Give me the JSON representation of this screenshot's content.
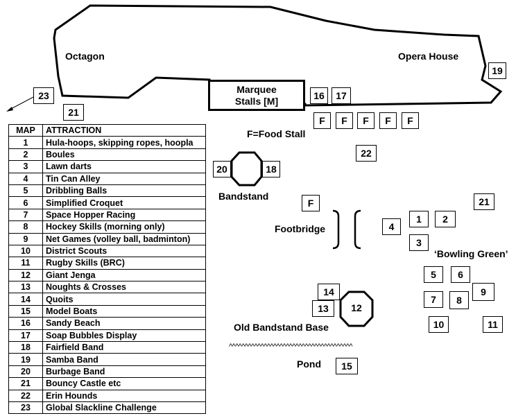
{
  "labels": {
    "octagon": "Octagon",
    "opera_house": "Opera House",
    "marquee": "Marquee\nStalls [M]",
    "food_stall_key": "F=Food Stall",
    "bandstand": "Bandstand",
    "footbridge": "Footbridge",
    "bowling_green": "‘Bowling Green’",
    "old_bandstand": "Old Bandstand Base",
    "pond": "Pond",
    "pond_edge": "^^^^^^^^^^^^^^^^^^^^^^^^^^^^^^^^^^^^^^^"
  },
  "markers": {
    "m23": "23",
    "m21a": "21",
    "m16": "16",
    "m17": "17",
    "m19": "19",
    "m22": "22",
    "m20": "20",
    "m18": "18",
    "m21b": "21",
    "m1": "1",
    "m2": "2",
    "m3": "3",
    "m4": "4",
    "m5": "5",
    "m6": "6",
    "m7": "7",
    "m8": "8",
    "m9": "9",
    "m10": "10",
    "m11": "11",
    "m12": "12",
    "m13": "13",
    "m14": "14",
    "m15": "15"
  },
  "food": [
    "F",
    "F",
    "F",
    "F",
    "F",
    "F"
  ],
  "legend": {
    "headers": [
      "MAP",
      "ATTRACTION"
    ],
    "rows": [
      [
        "1",
        "Hula-hoops, skipping ropes, hoopla"
      ],
      [
        "2",
        "Boules"
      ],
      [
        "3",
        "Lawn darts"
      ],
      [
        "4",
        "Tin Can Alley"
      ],
      [
        "5",
        "Dribbling Balls"
      ],
      [
        "6",
        "Simplified Croquet"
      ],
      [
        "7",
        "Space Hopper Racing"
      ],
      [
        "8",
        "Hockey Skills (morning only)"
      ],
      [
        "9",
        "Net Games (volley ball, badminton)"
      ],
      [
        "10",
        "District Scouts"
      ],
      [
        "11",
        "Rugby Skills (BRC)"
      ],
      [
        "12",
        "Giant Jenga"
      ],
      [
        "13",
        "Noughts & Crosses"
      ],
      [
        "14",
        "Quoits"
      ],
      [
        "15",
        "Model Boats"
      ],
      [
        "16",
        "Sandy Beach"
      ],
      [
        "17",
        "Soap Bubbles Display"
      ],
      [
        "18",
        "Fairfield Band"
      ],
      [
        "19",
        "Samba Band"
      ],
      [
        "20",
        "Burbage Band"
      ],
      [
        "21",
        "Bouncy Castle etc"
      ],
      [
        "22",
        "Erin Hounds"
      ],
      [
        "23",
        "Global Slackline Challenge"
      ]
    ]
  }
}
